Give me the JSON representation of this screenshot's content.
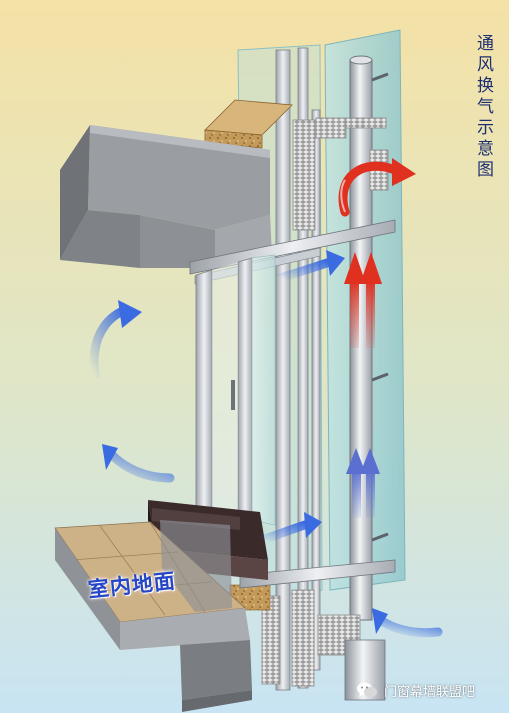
{
  "title": "通风换气示意图",
  "floor_label": "室内地面",
  "watermark": "门窗幕墙联盟吧",
  "colors": {
    "background_top": "#f4e2a6",
    "background_bottom": "#cfe6f3",
    "cool_air_arrow": "#3a6be0",
    "warm_air_arrow": "#e03020",
    "concrete": "#8a8c90",
    "glass": "#a9d6d9",
    "aluminum": "#c8ccd2",
    "insulation": "#c49a5a",
    "floor_tile": "#cdb187",
    "title_text": "#1d2f73",
    "label_text": "#2646c8"
  },
  "icons": [
    "wechat-icon"
  ]
}
